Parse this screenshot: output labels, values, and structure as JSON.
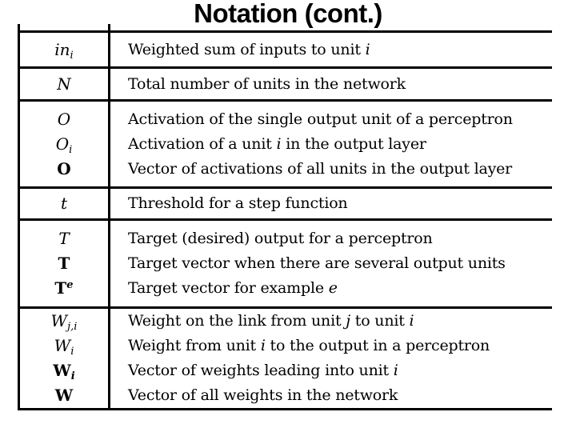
{
  "title": "Notation (cont.)",
  "table": {
    "rows": [
      {
        "lines": [
          {
            "sym": {
              "base": "in",
              "sub": "i"
            },
            "desc": {
              "p0": "Weighted sum of inputs to unit ",
              "v0": "i"
            }
          }
        ]
      },
      {
        "lines": [
          {
            "sym": {
              "base": "N"
            },
            "desc": {
              "p0": "Total number of units in the network"
            }
          }
        ]
      },
      {
        "lines": [
          {
            "sym": {
              "base": "O"
            },
            "desc": {
              "p0": "Activation of the single output unit of a perceptron"
            }
          },
          {
            "sym": {
              "base": "O",
              "sub": "i"
            },
            "desc": {
              "p0": "Activation of a unit ",
              "v0": "i",
              "p1": " in the output layer"
            }
          },
          {
            "sym": {
              "base": "O"
            },
            "desc": {
              "p0": "Vector of activations of all units in the output layer"
            }
          }
        ]
      },
      {
        "lines": [
          {
            "sym": {
              "base": "t"
            },
            "desc": {
              "p0": "Threshold for a step function"
            }
          }
        ]
      },
      {
        "lines": [
          {
            "sym": {
              "base": "T"
            },
            "desc": {
              "p0": "Target (desired) output for a perceptron"
            }
          },
          {
            "sym": {
              "base": "T"
            },
            "desc": {
              "p0": "Target vector when there are several output units"
            }
          },
          {
            "sym": {
              "base": "T",
              "sup": "e"
            },
            "desc": {
              "p0": "Target vector for example ",
              "v0": "e"
            }
          }
        ]
      },
      {
        "lines": [
          {
            "sym": {
              "base": "W",
              "sub": "j,i"
            },
            "desc": {
              "p0": "Weight on the link from unit ",
              "v0": "j",
              "p1": " to unit ",
              "v1": "i"
            }
          },
          {
            "sym": {
              "base": "W",
              "sub": "i"
            },
            "desc": {
              "p0": "Weight from unit ",
              "v0": "i",
              "p1": " to the output in a perceptron"
            }
          },
          {
            "sym": {
              "base": "W",
              "sub": "i"
            },
            "desc": {
              "p0": "Vector of weights leading into unit ",
              "v0": "i"
            }
          },
          {
            "sym": {
              "base": "W"
            },
            "desc": {
              "p0": "Vector of all weights in the network"
            }
          }
        ]
      }
    ]
  }
}
